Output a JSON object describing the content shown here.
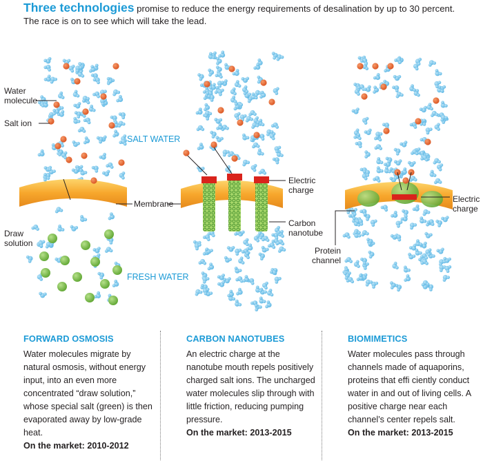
{
  "header": {
    "lead": "Three technologies",
    "rest": " promise to reduce the energy requirements of desalination by up to 30 percent. The race is on to see which will take the lead."
  },
  "labels": {
    "water_molecule_1": "Water",
    "water_molecule_2": "molecule",
    "salt_ion": "Salt ion",
    "salt_water": "SALT WATER",
    "membrane": "Membrane",
    "draw_solution_1": "Draw",
    "draw_solution_2": "solution",
    "fresh_water": "FRESH WATER",
    "electric_charge_1": "Electric",
    "electric_charge_2": "charge",
    "carbon_nanotube_1": "Carbon",
    "carbon_nanotube_2": "nanotube",
    "protein_channel_1": "Protein",
    "protein_channel_2": "channel",
    "electric_charge_b1": "Electric",
    "electric_charge_b2": "charge"
  },
  "columns": [
    {
      "title": "FORWARD OSMOSIS",
      "body": "Water molecules migrate by natural osmosis, without energy input, into an even more concentrated “draw solution,” whose special salt (green) is then evaporated away by low-grade heat.",
      "market": "On the market: 2010-2012"
    },
    {
      "title": "CARBON NANOTUBES",
      "body": "An electric charge at the nanotube mouth repels positively charged salt ions. The uncharged water molecules slip through with little friction, reducing pumping pressure.",
      "market": "On the market: 2013-2015"
    },
    {
      "title": "BIOMIMETICS",
      "body": "Water molecules pass through channels made of aquaporins, proteins that effi ciently conduct water in and out of living cells. A positive charge near each channel’s center repels salt.",
      "market": "On the market: 2013-2015"
    }
  ],
  "colors": {
    "accent": "#1b9ad6",
    "water": "#6cc3ec",
    "salt": "#e8652a",
    "membrane": "#f5a623",
    "draw_salt": "#7ec242"
  }
}
